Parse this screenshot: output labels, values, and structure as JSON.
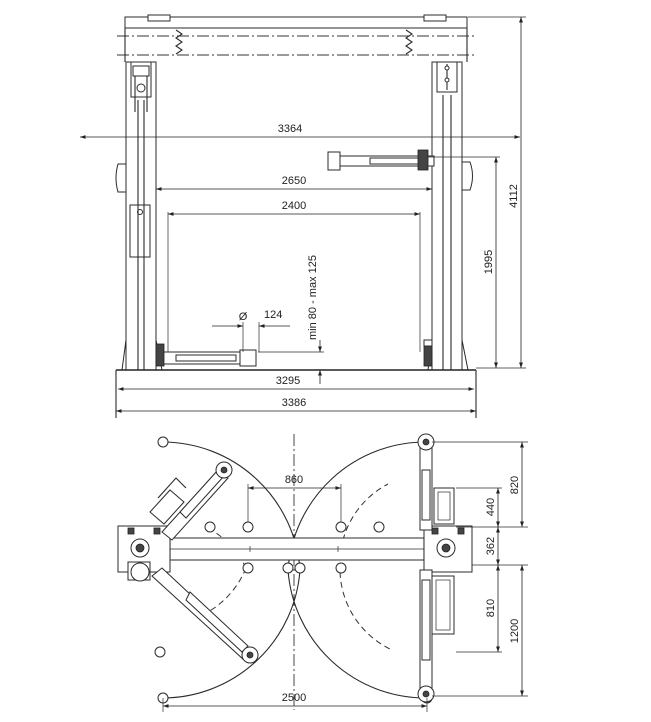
{
  "front_view": {
    "width_3364": "3364",
    "width_2650": "2650",
    "width_2400": "2400",
    "diameter_symbol": "Ø",
    "diameter_124": "124",
    "pad_height": "min 80 - max 125",
    "base_3295": "3295",
    "base_3386": "3386",
    "height_1995": "1995",
    "height_4112": "4112"
  },
  "top_view": {
    "spacing_860": "860",
    "arm_440": "440",
    "arm_820": "820",
    "gap_362": "362",
    "arm_810": "810",
    "arm_1200": "1200",
    "width_2500": "2500"
  },
  "colors": {
    "line": "#2b2b2b",
    "background": "#ffffff"
  }
}
